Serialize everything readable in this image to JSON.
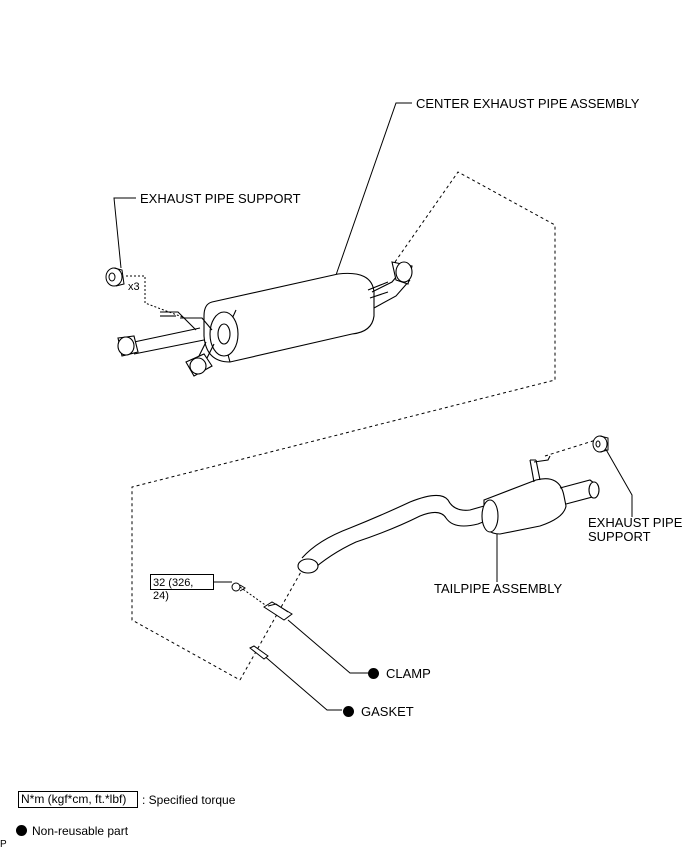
{
  "labels": {
    "center_exhaust_pipe": "CENTER EXHAUST PIPE ASSEMBLY",
    "exhaust_pipe_support_top": "EXHAUST PIPE SUPPORT",
    "quantity": "x3",
    "exhaust_pipe_support_right_line1": "EXHAUST PIPE",
    "exhaust_pipe_support_right_line2": "SUPPORT",
    "tailpipe_assembly": "TAILPIPE ASSEMBLY",
    "torque_line1": "32 (326,",
    "torque_line2": "24)",
    "clamp": "CLAMP",
    "gasket": "GASKET"
  },
  "legend": {
    "torque_unit": "N*m (kgf*cm, ft.*lbf)",
    "torque_desc": ": Specified torque",
    "non_reusable": "Non-reusable part"
  },
  "corner_mark": "P"
}
